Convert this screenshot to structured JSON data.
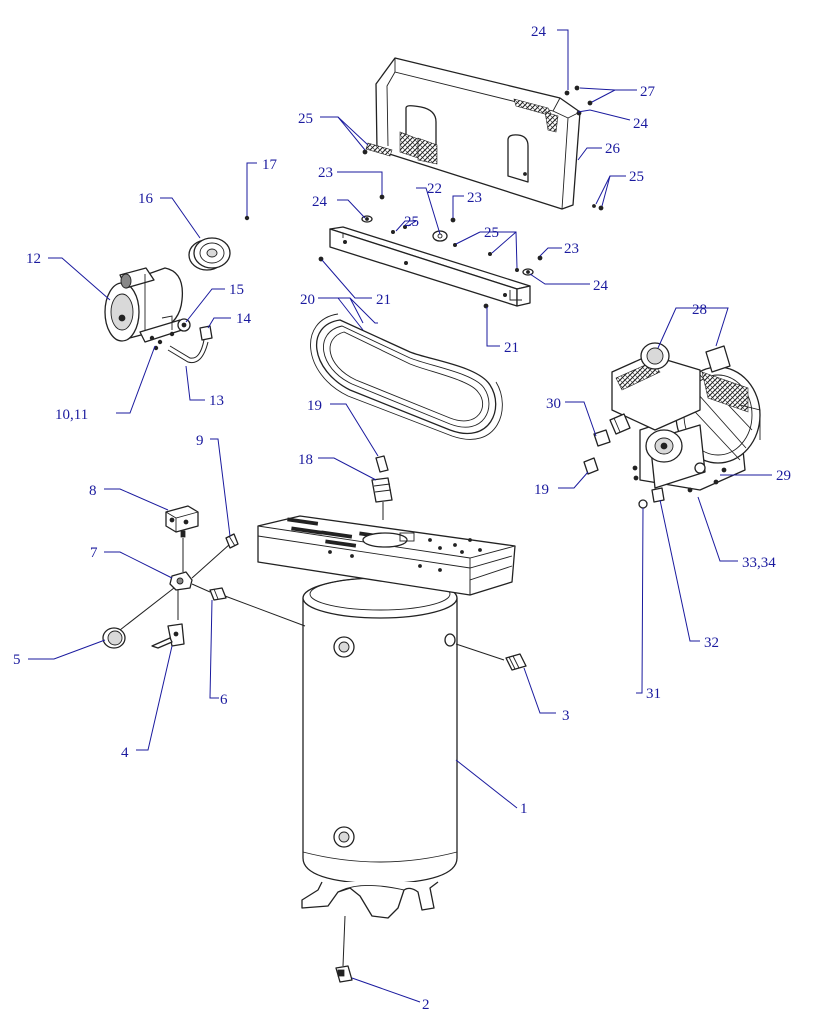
{
  "diagram": {
    "callouts": [
      {
        "id": "c1",
        "text": "1"
      },
      {
        "id": "c2",
        "text": "2"
      },
      {
        "id": "c3",
        "text": "3"
      },
      {
        "id": "c4",
        "text": "4"
      },
      {
        "id": "c5",
        "text": "5"
      },
      {
        "id": "c6",
        "text": "6"
      },
      {
        "id": "c7",
        "text": "7"
      },
      {
        "id": "c8",
        "text": "8"
      },
      {
        "id": "c9",
        "text": "9"
      },
      {
        "id": "c10",
        "text": "10,11"
      },
      {
        "id": "c12",
        "text": "12"
      },
      {
        "id": "c13",
        "text": "13"
      },
      {
        "id": "c14",
        "text": "14"
      },
      {
        "id": "c15",
        "text": "15"
      },
      {
        "id": "c16",
        "text": "16"
      },
      {
        "id": "c17",
        "text": "17"
      },
      {
        "id": "c18",
        "text": "18"
      },
      {
        "id": "c19a",
        "text": "19"
      },
      {
        "id": "c19b",
        "text": "19"
      },
      {
        "id": "c20",
        "text": "20"
      },
      {
        "id": "c21a",
        "text": "21"
      },
      {
        "id": "c21b",
        "text": "21"
      },
      {
        "id": "c22",
        "text": "22"
      },
      {
        "id": "c23a",
        "text": "23"
      },
      {
        "id": "c23b",
        "text": "23"
      },
      {
        "id": "c23c",
        "text": "23"
      },
      {
        "id": "c24a",
        "text": "24"
      },
      {
        "id": "c24b",
        "text": "24"
      },
      {
        "id": "c24c",
        "text": "24"
      },
      {
        "id": "c24d",
        "text": "24"
      },
      {
        "id": "c25a",
        "text": "25"
      },
      {
        "id": "c25b",
        "text": "25"
      },
      {
        "id": "c25c",
        "text": "25"
      },
      {
        "id": "c25d",
        "text": "25"
      },
      {
        "id": "c26",
        "text": "26"
      },
      {
        "id": "c27",
        "text": "27"
      },
      {
        "id": "c28",
        "text": "28"
      },
      {
        "id": "c29",
        "text": "29"
      },
      {
        "id": "c30",
        "text": "30"
      },
      {
        "id": "c31",
        "text": "31"
      },
      {
        "id": "c32",
        "text": "32"
      },
      {
        "id": "c33",
        "text": "33,34"
      }
    ]
  }
}
